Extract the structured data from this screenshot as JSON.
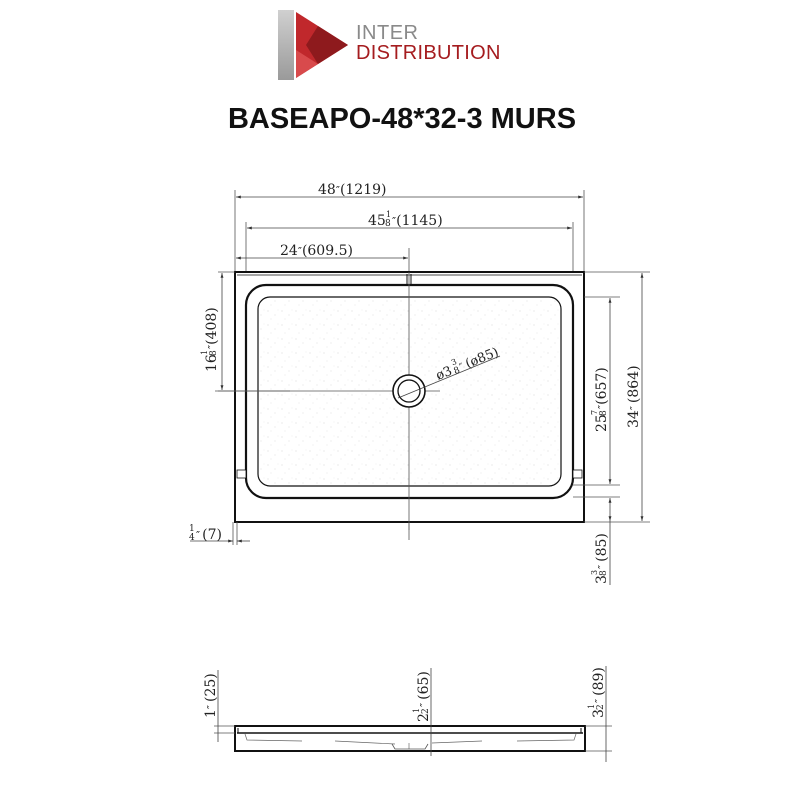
{
  "logo": {
    "line1": "INTER",
    "line2": "DISTRIBUTION",
    "colors": {
      "grey": "#8a8a8a",
      "red": "#a51c1f",
      "dark_red": "#7c1416"
    }
  },
  "title": "BASEAPO-48*32-3 MURS",
  "top_view": {
    "dimensions": {
      "overall_width": {
        "whole": "48",
        "frac": "",
        "unit": "″",
        "mm": "(1219)"
      },
      "inner_width": {
        "whole": "45",
        "frac_num": "1",
        "frac_den": "8",
        "unit": "″",
        "mm": "(1145)"
      },
      "drain_offset_x": {
        "whole": "24",
        "frac": "",
        "unit": "″",
        "mm": "(609.5)"
      },
      "drain_offset_y": {
        "whole": "16",
        "frac_num": "1",
        "frac_den": "8",
        "unit": "″",
        "mm": "(408)"
      },
      "drain_diameter": {
        "prefix": "ø3",
        "frac_num": "3",
        "frac_den": "8",
        "unit": "″",
        "mm": "(ø85)"
      },
      "inner_depth": {
        "whole": "25",
        "frac_num": "7",
        "frac_den": "8",
        "unit": "″",
        "mm": "(657)"
      },
      "overall_depth": {
        "whole": "34",
        "frac": "",
        "unit": "″",
        "mm": "(864)"
      },
      "wall_thickness": {
        "frac_num": "1",
        "frac_den": "4",
        "unit": "″",
        "mm": "(7)"
      },
      "front_apron": {
        "whole": "3",
        "frac_num": "3",
        "frac_den": "8",
        "unit": "″",
        "mm": "(85)"
      }
    }
  },
  "side_view": {
    "dimensions": {
      "rim_height": {
        "whole": "1",
        "unit": "″",
        "mm": "(25)"
      },
      "drain_height": {
        "whole": "2",
        "frac_num": "1",
        "frac_den": "2",
        "unit": "″",
        "mm": "(65)"
      },
      "overall_height": {
        "whole": "3",
        "frac_num": "1",
        "frac_den": "2",
        "unit": "″",
        "mm": "(89)"
      }
    }
  }
}
